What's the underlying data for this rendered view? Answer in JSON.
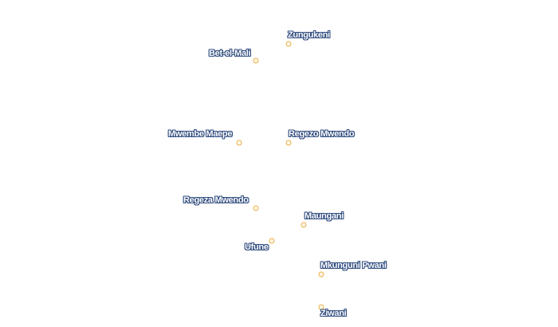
{
  "map": {
    "places": [
      {
        "id": "zungukeni",
        "name": "Zungukeni"
      },
      {
        "id": "bet-el-mali",
        "name": "Bet-el-Mali"
      },
      {
        "id": "mwembe-maepe",
        "name": "Mwembe Maepe"
      },
      {
        "id": "regezo-mwendo",
        "name": "Regezo Mwendo"
      },
      {
        "id": "regeza-mwendo",
        "name": "Regeza Mwendo"
      },
      {
        "id": "maungani",
        "name": "Maungani"
      },
      {
        "id": "ufune",
        "name": "Ufune"
      },
      {
        "id": "mkunguni-pwani",
        "name": "Mkunguni Pwani"
      },
      {
        "id": "ziwani",
        "name": "Ziwani"
      }
    ],
    "colors": {
      "marker_stroke": "#e8b04a",
      "label_halo": "#2e4a7d",
      "label_text": "#ffffff"
    }
  }
}
